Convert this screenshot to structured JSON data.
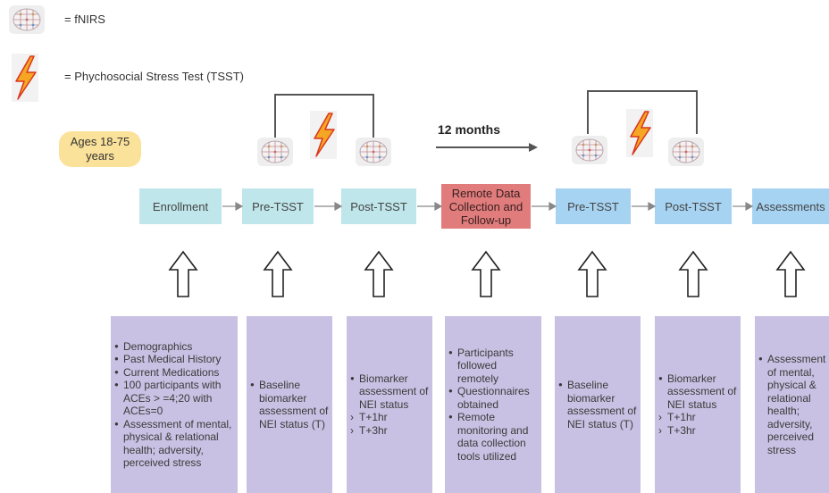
{
  "legend": {
    "fnirs_label": "= fNIRS",
    "tsst_label": "= Phychosocial Stress Test (TSST)"
  },
  "ages_label": "Ages 18-75 years",
  "months_label": "12 months",
  "stages": [
    {
      "label": "Enrollment",
      "color": "#bfe6ea"
    },
    {
      "label": "Pre-TSST",
      "color": "#bfe6ea"
    },
    {
      "label": "Post-TSST",
      "color": "#bfe6ea"
    },
    {
      "label": "Remote Data Collection and Follow-up",
      "color": "#e07c7c"
    },
    {
      "label": "Pre-TSST",
      "color": "#a7d3f2"
    },
    {
      "label": "Post-TSST",
      "color": "#a7d3f2"
    },
    {
      "label": "Assessments",
      "color": "#a7d3f2"
    }
  ],
  "details": [
    {
      "items": [
        "Demographics",
        "Past Medical History",
        "Current Medications",
        "100 participants with ACEs > =4;20 with ACEs=0",
        "Assessment of mental, physical & relational health; adversity, perceived stress"
      ],
      "subitems": []
    },
    {
      "items": [
        "Baseline biomarker assessment of NEI status (T)"
      ],
      "subitems": []
    },
    {
      "items": [
        "Biomarker assessment of NEI status"
      ],
      "subitems": [
        "T+1hr",
        "T+3hr"
      ]
    },
    {
      "items": [
        "Participants followed remotely",
        "Questionnaires obtained",
        "Remote monitoring and data collection tools utilized"
      ],
      "subitems": []
    },
    {
      "items": [
        "Baseline biomarker assessment of NEI status (T)"
      ],
      "subitems": []
    },
    {
      "items": [
        "Biomarker assessment of NEI status"
      ],
      "subitems": [
        "T+1hr",
        "T+3hr"
      ]
    },
    {
      "items": [
        "Assessment of mental, physical & relational health; adversity, perceived stress"
      ],
      "subitems": []
    }
  ],
  "colors": {
    "teal": "#bfe6ea",
    "blue": "#a7d3f2",
    "red": "#e07c7c",
    "purple": "#c9c1e3",
    "ages": "#fbe29a"
  }
}
